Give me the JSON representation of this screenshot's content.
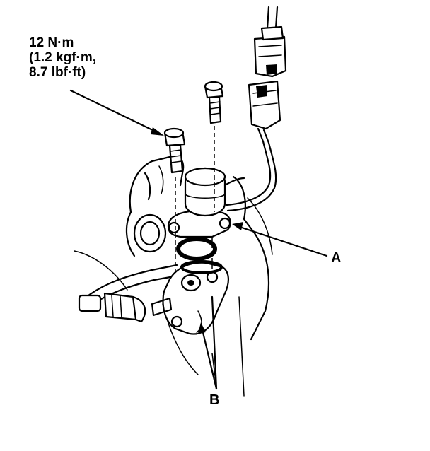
{
  "torque_spec": {
    "line1": "12 N·m",
    "line2": "(1.2 kgf·m,",
    "line3": "8.7 lbf·ft)"
  },
  "callouts": {
    "a": "A",
    "b": "B"
  }
}
